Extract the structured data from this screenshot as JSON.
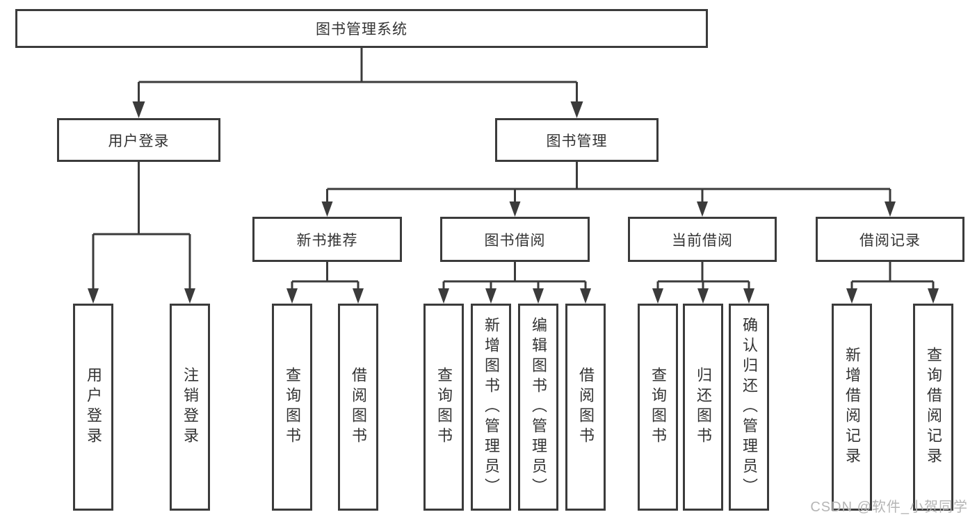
{
  "tree": {
    "root": {
      "label": "图书管理系统"
    },
    "branches": [
      {
        "label": "用户登录",
        "children": [
          {
            "label": "用户登录"
          },
          {
            "label": "注销登录"
          }
        ]
      },
      {
        "label": "图书管理",
        "children": [
          {
            "label": "新书推荐",
            "children": [
              {
                "label": "查询图书"
              },
              {
                "label": "借阅图书"
              }
            ]
          },
          {
            "label": "图书借阅",
            "children": [
              {
                "label": "查询图书"
              },
              {
                "label": "新增图书（管理员）"
              },
              {
                "label": "编辑图书（管理员）"
              },
              {
                "label": "借阅图书"
              }
            ]
          },
          {
            "label": "当前借阅",
            "children": [
              {
                "label": "查询图书"
              },
              {
                "label": "归还图书"
              },
              {
                "label": "确认归还（管理员）"
              }
            ]
          },
          {
            "label": "借阅记录",
            "children": [
              {
                "label": "新增借阅记录"
              },
              {
                "label": "查询借阅记录"
              }
            ]
          }
        ]
      }
    ]
  },
  "watermark": {
    "text": "CSDN @软件_小贺同学"
  },
  "colors": {
    "line": "#3b3b3b",
    "text": "#333333",
    "box_bg": "#ffffff",
    "page_bg": "#ffffff",
    "watermark": "#b5b5b5"
  }
}
